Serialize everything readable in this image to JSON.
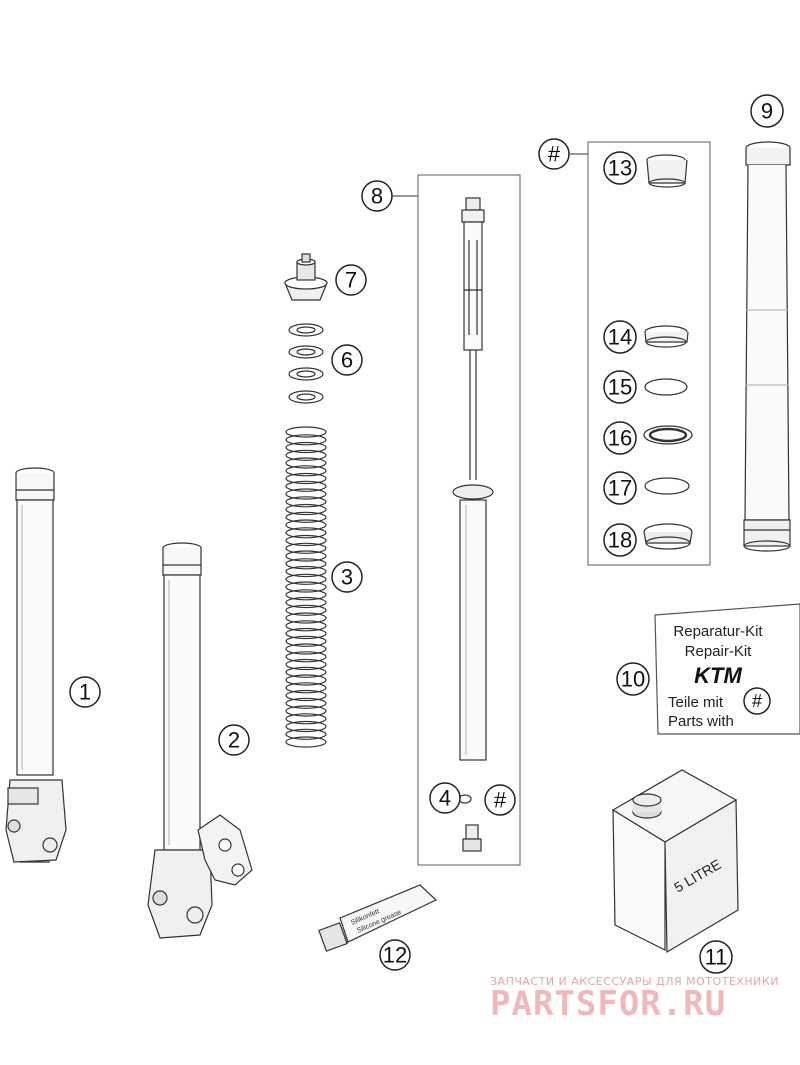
{
  "callouts": {
    "c1": "1",
    "c2": "2",
    "c3": "3",
    "c4": "4",
    "c6": "6",
    "c7": "7",
    "c8": "8",
    "c9": "9",
    "c10": "10",
    "c11": "11",
    "c12": "12",
    "c13": "13",
    "c14": "14",
    "c15": "15",
    "c16": "16",
    "c17": "17",
    "c18": "18",
    "hash_kit": "#",
    "hash_4": "#",
    "hash_label": "#"
  },
  "repair_kit": {
    "line1": "Reparatur-Kit",
    "line2": "Repair-Kit",
    "brand": "KTM",
    "line3": "Teile mit",
    "line4": "Parts with"
  },
  "oil_can": {
    "label": "5 LITRE"
  },
  "grease_tube": {
    "line1": "Silikonfett",
    "line2": "Silicone grease"
  },
  "watermark": {
    "tagline": "ЗАПЧАСТИ И АКСЕССУАРЫ ДЛЯ МОТОТЕХНИКИ",
    "brand": "PARTSFOR.RU"
  },
  "colors": {
    "line": "#333333",
    "fill": "#f2f2f2",
    "watermark": "#f0b8b8"
  }
}
